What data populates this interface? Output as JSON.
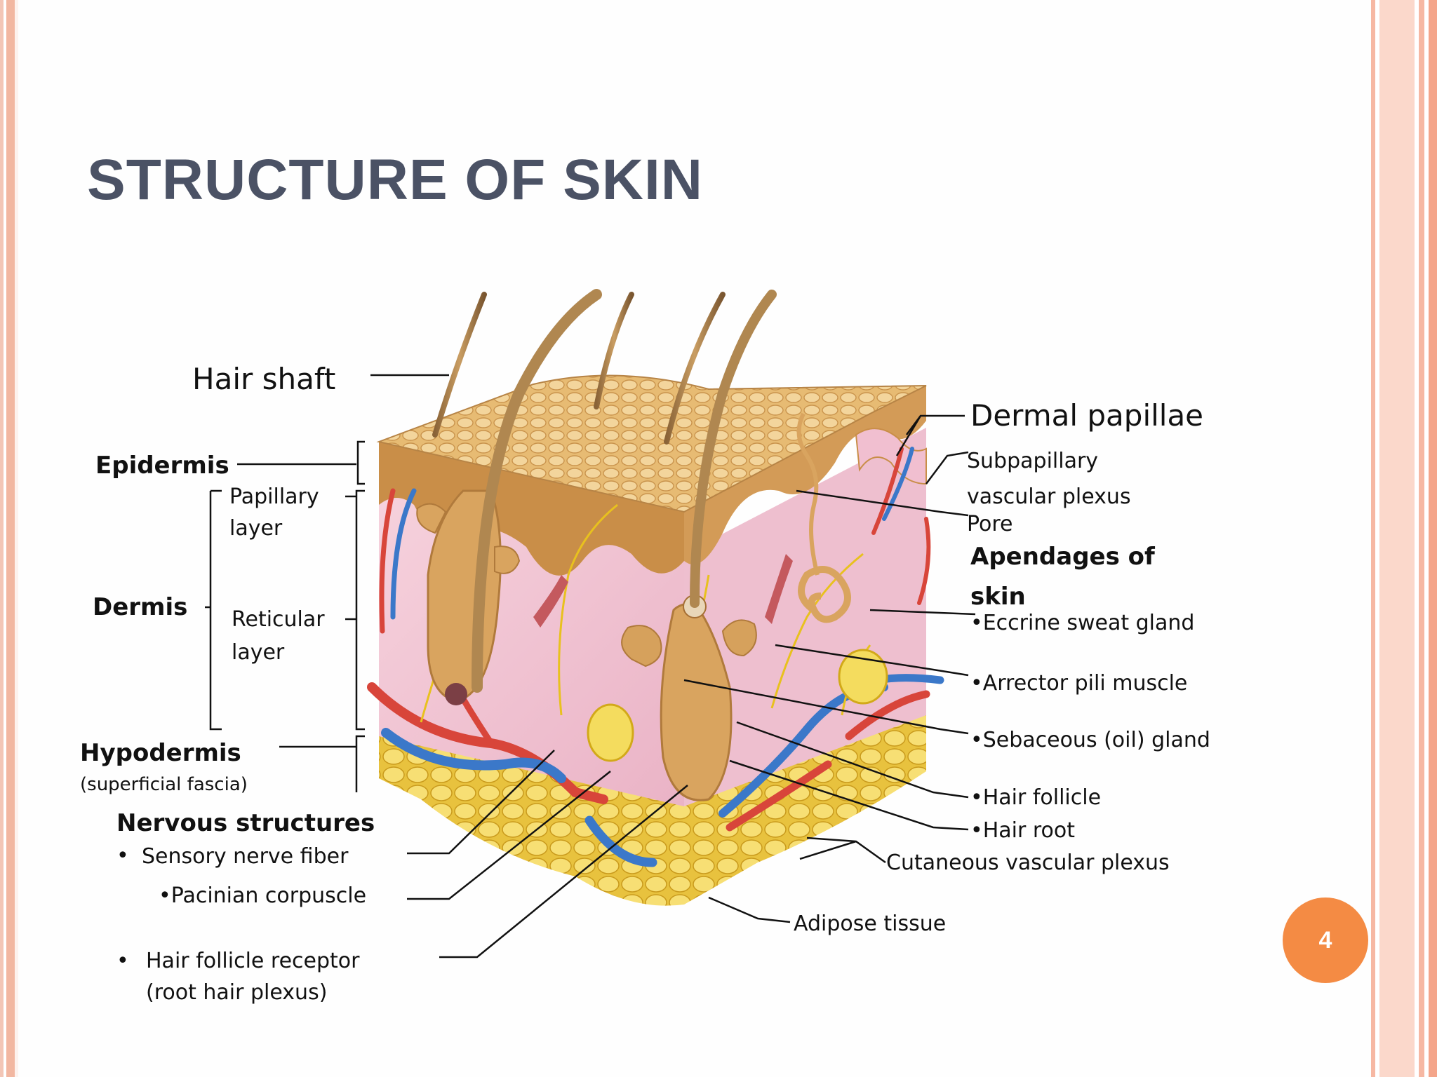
{
  "title": "STRUCTURE OF SKIN",
  "page_number": "4",
  "labels": {
    "hair_shaft": "Hair shaft",
    "epidermis": "Epidermis",
    "papillary_layer_1": "Papillary",
    "papillary_layer_2": "layer",
    "dermis": "Dermis",
    "reticular_layer_1": "Reticular",
    "reticular_layer_2": "layer",
    "hypodermis": "Hypodermis",
    "superficial_fascia": "(superficial fascia)",
    "nervous_structures": "Nervous structures",
    "sensory_nerve_fiber": "Sensory nerve fiber",
    "pacinian_corpuscle": "•Pacinian corpuscle",
    "hair_follicle_receptor": "Hair follicle receptor",
    "root_hair_plexus": "(root hair plexus)",
    "dermal_papillae": "Dermal papillae",
    "subpapillary_1": "Subpapillary",
    "subpapillary_2": "vascular plexus",
    "pore": "Pore",
    "appendages_1": "Apendages of",
    "appendages_2": "skin",
    "eccrine_sweat_gland": "•Eccrine sweat gland",
    "arrector_pili_muscle": "•Arrector pili muscle",
    "sebaceous_gland": "•Sebaceous (oil) gland",
    "hair_follicle": "•Hair follicle",
    "hair_root": "•Hair root",
    "cutaneous_vascular_plexus": "Cutaneous vascular plexus",
    "adipose_tissue": "Adipose tissue"
  },
  "colors": {
    "title": "#4b5265",
    "badge": "#f48b44",
    "epidermis_top": "#e9c07a",
    "dermis": "#f3c9d6",
    "adipose": "#f4d65c",
    "artery": "#d8453a",
    "vein": "#3b78c9",
    "nerve": "#e8c11e"
  }
}
